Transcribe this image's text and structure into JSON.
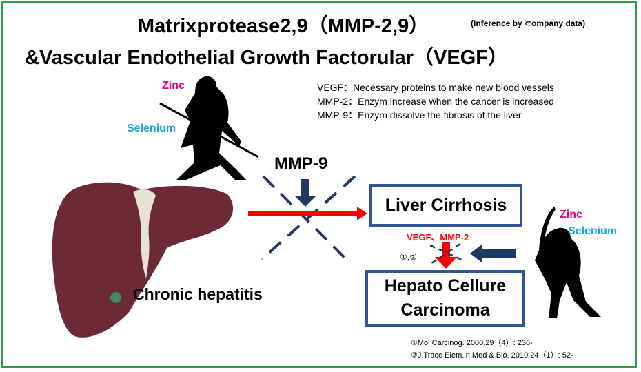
{
  "title_line1": "Matrixprotease2,9（MMP-2,9）",
  "title_note": "(Inference by ⊂ompany data)",
  "title_line2": "&Vascular Endothelial Growth Factorular（VEGF）",
  "definitions": [
    "VEGF：Necessary proteins to make new blood vessels",
    "MMP-2：Enzym increase when the cancer is increased",
    "MMP-9：Enzym dissolve the fibrosis of the liver"
  ],
  "left_warrior": {
    "zinc": "Zinc",
    "selenium": "Selenium"
  },
  "right_warrior": {
    "zinc": "Zinc",
    "selenium": "Selenium"
  },
  "mmp9_label": "MMP-9",
  "liver_cirrhosis_label": "Liver Cirrhosis",
  "vegf_mmp2_label": "VEGF、MMP-2",
  "citation_marks": "①,②",
  "hcc_line1": "Hepato Cellure",
  "hcc_line2": "Carcinoma",
  "chronic_hepatitis_label": "Chronic hepatitis",
  "references": [
    "①Mol Carcinog. 2000.29（4）: 236-",
    "②J.Trace Elem.in Med & Bio. 2010.24（1）: 52-"
  ],
  "colors": {
    "frame": "#2e9a52",
    "box_border": "#2f5597",
    "red_arrow": "#ff0000",
    "blue_arrow": "#1f3864",
    "zinc": "#e6007e",
    "selenium": "#1ba1e2",
    "liver": "#6b2a35"
  }
}
